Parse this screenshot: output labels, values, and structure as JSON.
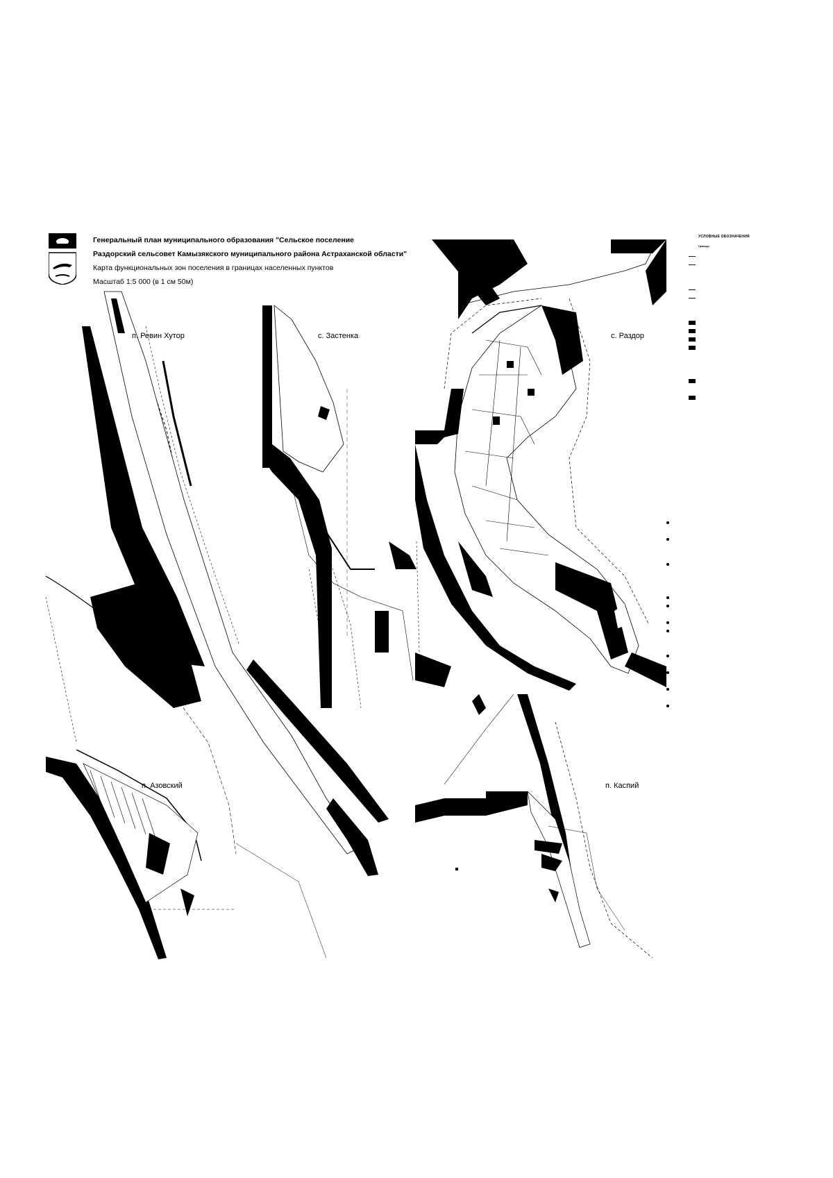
{
  "header": {
    "line1": "Генеральный план муниципального образования \"Сельское поселение",
    "line2": "Раздорский сельсовет Камызякского муниципального района Астраханской области\"",
    "line3": "Карта функциональных зон поселения в границах населенных пунктов",
    "line4": "Масштаб 1:5 000 (в 1 см 50м)"
  },
  "emblem": {
    "icon": "coat-of-arms-icon"
  },
  "settlements": [
    {
      "name": "п. Ревин Хутор"
    },
    {
      "name": "с. Застенка"
    },
    {
      "name": "с. Раздор"
    },
    {
      "name": "п. Азовский"
    },
    {
      "name": "п. Каспий"
    }
  ],
  "legend": {
    "title": "УСЛОВНЫЕ ОБОЗНАЧЕНИЯ",
    "items": [
      {
        "text": "Границы",
        "symbol": "none",
        "heading": true
      },
      {
        "text": "",
        "symbol": "dash"
      },
      {
        "text": "",
        "symbol": "dash"
      },
      {
        "text": "",
        "symbol": "none"
      },
      {
        "text": "",
        "symbol": "none",
        "heading": true
      },
      {
        "text": "",
        "symbol": "line"
      },
      {
        "text": "",
        "symbol": "line"
      },
      {
        "text": "",
        "symbol": "none",
        "heading": true
      },
      {
        "text": "",
        "symbol": "none"
      },
      {
        "text": "",
        "symbol": "fill"
      },
      {
        "text": "",
        "symbol": "fill"
      },
      {
        "text": "",
        "symbol": "fill"
      },
      {
        "text": "",
        "symbol": "fill"
      },
      {
        "text": "",
        "symbol": "none"
      },
      {
        "text": "",
        "symbol": "none"
      },
      {
        "text": "",
        "symbol": "none"
      },
      {
        "text": "",
        "symbol": "fill"
      },
      {
        "text": "",
        "symbol": "none"
      },
      {
        "text": "",
        "symbol": "fill"
      },
      {
        "text": "",
        "symbol": "none"
      },
      {
        "text": "",
        "symbol": "none"
      },
      {
        "text": "",
        "symbol": "none",
        "heading": true
      },
      {
        "text": "",
        "symbol": "none"
      },
      {
        "text": "",
        "symbol": "none"
      },
      {
        "text": "",
        "symbol": "none"
      },
      {
        "text": "",
        "symbol": "none"
      },
      {
        "text": "",
        "symbol": "none"
      },
      {
        "text": "",
        "symbol": "none"
      },
      {
        "text": "",
        "symbol": "none"
      },
      {
        "text": "",
        "symbol": "none"
      },
      {
        "text": "",
        "symbol": "none"
      },
      {
        "text": "",
        "symbol": "none",
        "heading": true
      },
      {
        "text": "",
        "symbol": "none"
      },
      {
        "text": "",
        "symbol": "dot"
      },
      {
        "text": "",
        "symbol": "none"
      },
      {
        "text": "",
        "symbol": "dot"
      },
      {
        "text": "",
        "symbol": "none",
        "heading": true
      },
      {
        "text": "",
        "symbol": "none"
      },
      {
        "text": "",
        "symbol": "dot"
      },
      {
        "text": "",
        "symbol": "none",
        "heading": true
      },
      {
        "text": "",
        "symbol": "none"
      },
      {
        "text": "",
        "symbol": "none"
      },
      {
        "text": "",
        "symbol": "dot"
      },
      {
        "text": "",
        "symbol": "dot"
      },
      {
        "text": "",
        "symbol": "none"
      },
      {
        "text": "",
        "symbol": "dot"
      },
      {
        "text": "",
        "symbol": "dot"
      },
      {
        "text": "",
        "symbol": "none"
      },
      {
        "text": "",
        "symbol": "none",
        "heading": true
      },
      {
        "text": "",
        "symbol": "dot"
      },
      {
        "text": "",
        "symbol": "none"
      },
      {
        "text": "",
        "symbol": "dot"
      },
      {
        "text": "",
        "symbol": "none"
      },
      {
        "text": "",
        "symbol": "dot"
      },
      {
        "text": "",
        "symbol": "none"
      },
      {
        "text": "",
        "symbol": "dot"
      },
      {
        "text": "",
        "symbol": "none"
      },
      {
        "text": "",
        "symbol": "none"
      }
    ]
  }
}
